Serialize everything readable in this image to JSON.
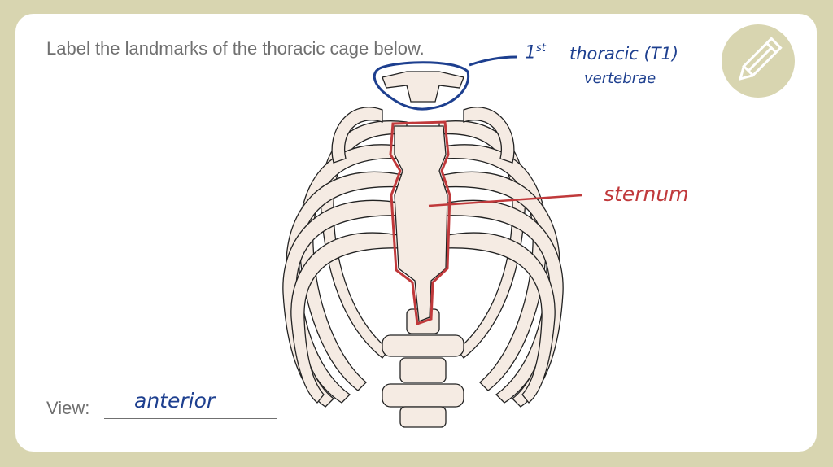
{
  "prompt": "Label the landmarks of the thoracic cage  below.",
  "view_label": "View:",
  "annotations": {
    "view_answer": "anterior",
    "vertebra_ordinal": "1",
    "vertebra_ordinal_sup": "st",
    "vertebra_line1": "thoracic (T1)",
    "vertebra_line2": "vertebrae",
    "sternum": "sternum"
  },
  "colors": {
    "background": "#d8d5b0",
    "bone": "#f5ebe3",
    "blue_ink": "#1d3f8f",
    "red_ink": "#c0393b"
  },
  "icons": {
    "edit": "pencil-icon"
  }
}
